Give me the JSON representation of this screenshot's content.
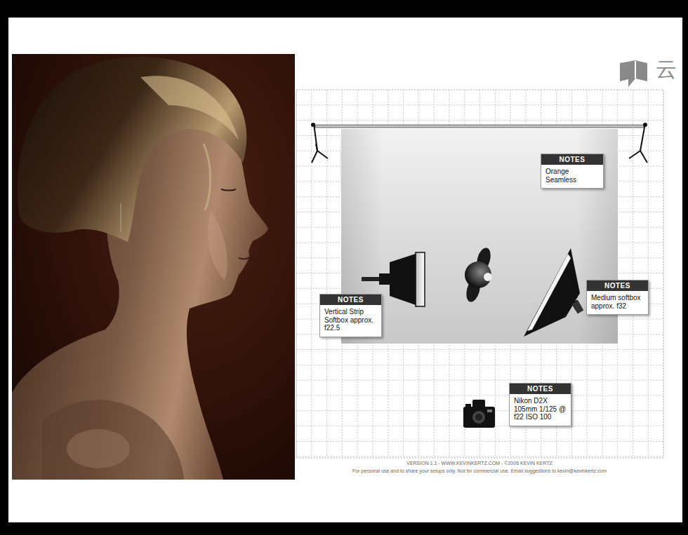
{
  "diagram": {
    "nodes": [
      {
        "text": [
          "NOTES",
          "Orange Seamless"
        ]
      },
      {
        "text": [
          "NOTES",
          "Vertical Strip Softbox approx. f22.5"
        ]
      },
      {
        "text": [
          "NOTES",
          "Medium softbox approx. f32"
        ]
      },
      {
        "text": [
          "NOTES",
          "Nikon D2X 105mm 1/125 @ f22 ISO 100"
        ]
      }
    ],
    "labels": [
      "VERSION 1.1 - WWW.KEVINKERTZ.COM - ©2006 KEVIN KERTZ",
      "For personal use and to share your setups only. Not for commercial use. Email suggestions to kevin@kevinkertz.com",
      "云"
    ]
  }
}
